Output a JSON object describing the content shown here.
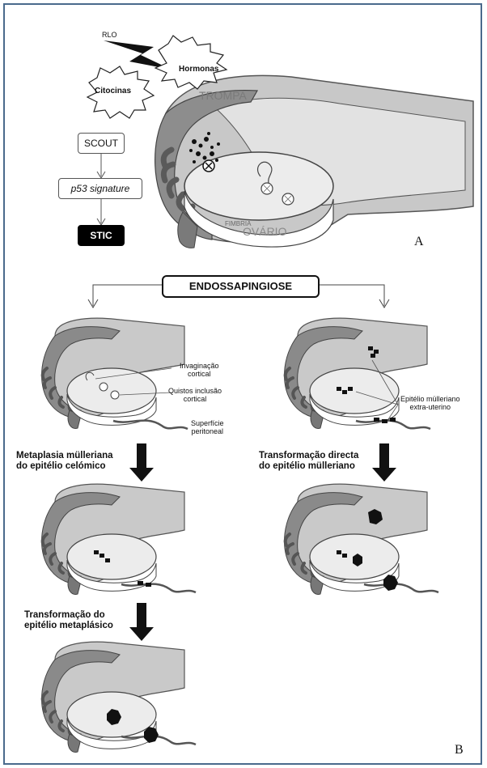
{
  "panel_a": {
    "rlo": "RLO",
    "hormonas": "Hormonas",
    "citocinas": "Citocinas",
    "trompa": "TROMPA",
    "fimbria": "FIMBRIA",
    "ovario": "OVÁRIO",
    "scout": "SCOUT",
    "p53": "p53 signature",
    "stic": "STIC",
    "letter": "A"
  },
  "panel_b": {
    "title": "ENDOSSAPINGIOSE",
    "invaginacao": "Invaginação\ncortical",
    "quistos": "Quistos inclusão\ncortical",
    "superficie": "Superfície\nperitoneal",
    "epitelio_extra": "Epitélio mülleriano\nextra-uterino",
    "metaplasia": "Metaplasia mülleriana\ndo epitélio celómico",
    "transf_directa": "Transformação directa\ndo epitélio mülleriano",
    "transf_metaplasico": "Transformação do\nepitélio metaplásico",
    "letter": "B"
  }
}
